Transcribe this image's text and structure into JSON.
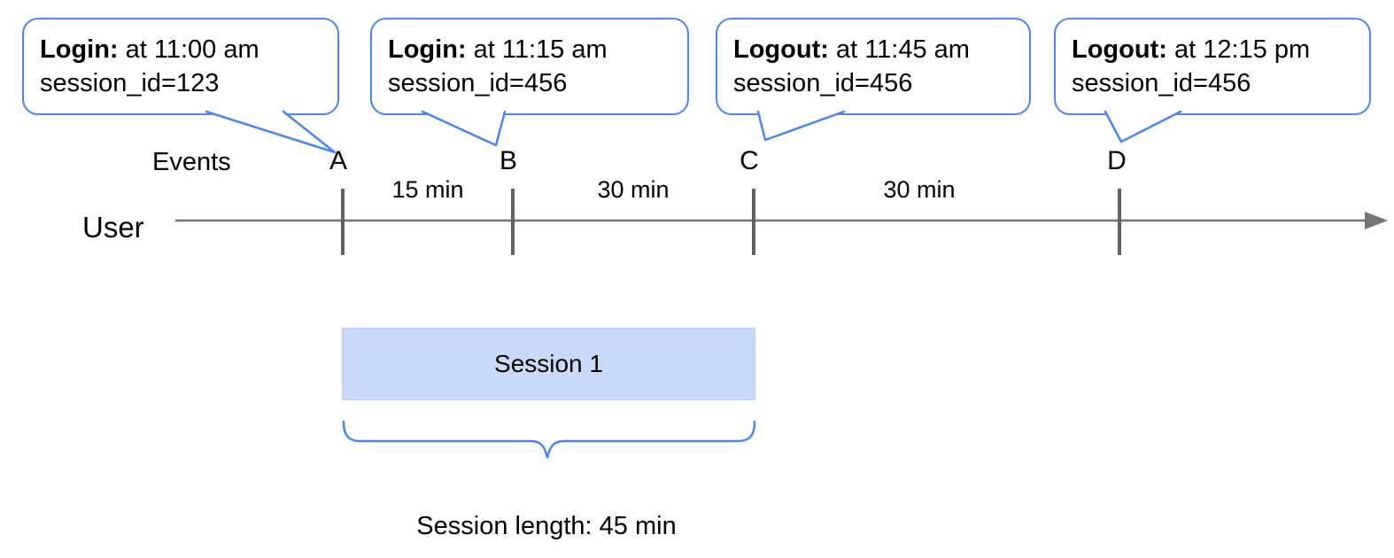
{
  "bubbles": [
    {
      "label": "Login:",
      "time": " at 11:00 am",
      "session": "session_id=123"
    },
    {
      "label": "Login:",
      "time": " at 11:15 am",
      "session": "session_id=456"
    },
    {
      "label": "Logout:",
      "time": " at 11:45 am",
      "session": "session_id=456"
    },
    {
      "label": "Logout:",
      "time": " at 12:15 pm",
      "session": "session_id=456"
    }
  ],
  "timeline": {
    "axis_label": "Events",
    "user_label": "User",
    "markers": [
      "A",
      "B",
      "C",
      "D"
    ],
    "intervals": [
      "15 min",
      "30 min",
      "30 min"
    ]
  },
  "session": {
    "label": "Session 1",
    "length": "Session length: 45 min"
  },
  "colors": {
    "callout_border": "#4a86e8",
    "brace_blue": "#4a86e8",
    "session_box_fill": "#c9daf8",
    "timeline_gray": "#757575",
    "tick_gray": "#616161"
  }
}
